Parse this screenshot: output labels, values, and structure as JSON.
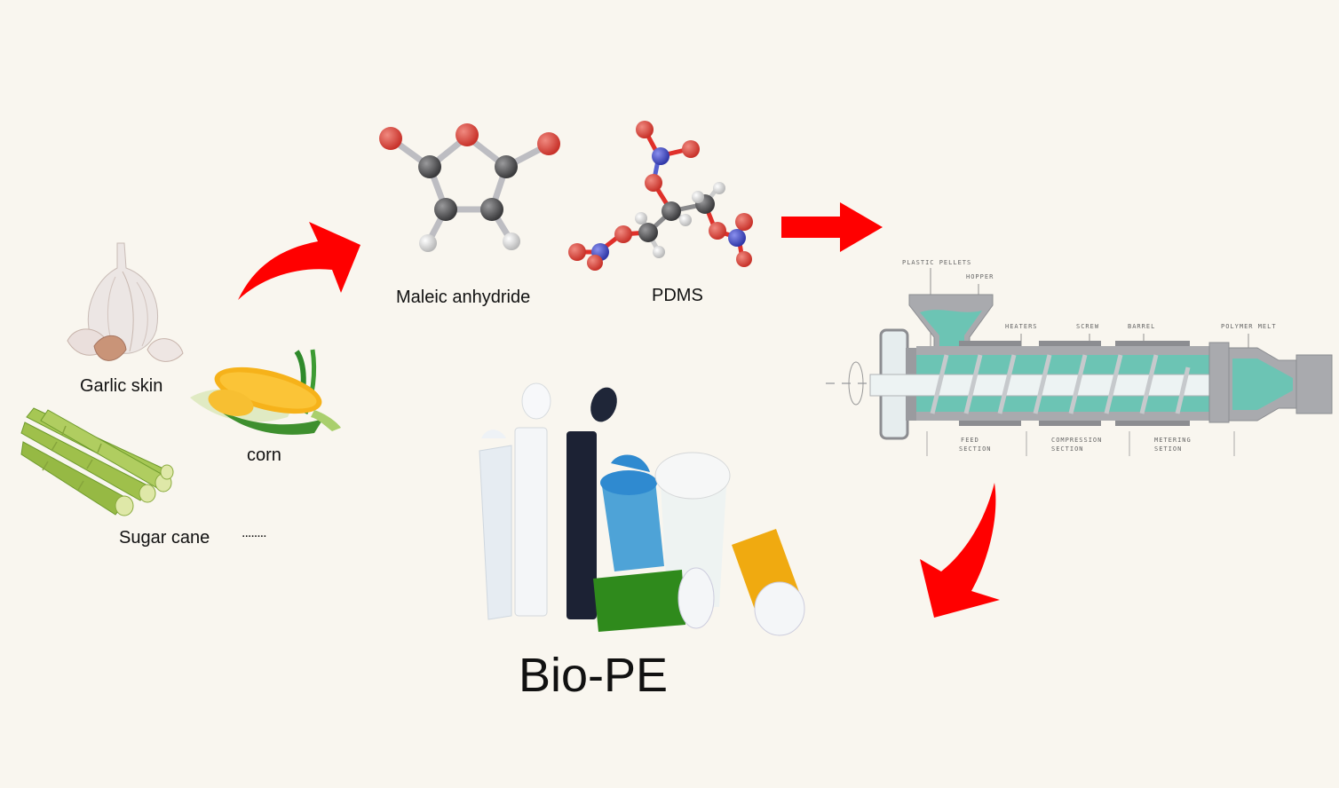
{
  "title": "Bio-PE",
  "raw_materials": {
    "items": [
      {
        "label": "Garlic skin",
        "icon": "garlic-icon"
      },
      {
        "label": "corn",
        "icon": "corn-icon"
      },
      {
        "label": "Sugar cane",
        "icon": "sugar-cane-icon"
      }
    ],
    "ellipsis": "........"
  },
  "additives": [
    {
      "label": "Maleic anhydride",
      "icon": "maleic-anhydride-molecule-icon"
    },
    {
      "label": "PDMS",
      "icon": "pdms-molecule-icon"
    }
  ],
  "extruder": {
    "labels": {
      "pellets": "PLASTIC PELLETS",
      "hopper": "HOPPER",
      "heaters": "HEATERS",
      "screw": "SCREW",
      "barrel": "BARREL",
      "melt": "POLYMER MELT"
    },
    "sections": [
      {
        "line1": "FEED",
        "line2": "SECTION"
      },
      {
        "line1": "COMPRESSION",
        "line2": "SECTION"
      },
      {
        "line1": "METERING",
        "line2": "SETION"
      }
    ]
  },
  "product": {
    "label": "Bio-PE",
    "icon": "bio-pe-containers-icon"
  },
  "colors": {
    "background": "#f9f6ef",
    "arrow": "#ff0000",
    "melt": "#6cc4b4",
    "barrel": "#a9aaae",
    "oxygen": "#e03030",
    "carbon": "#5a5a5c",
    "hydrogen": "#e8e8e8",
    "nitrogen": "#4a55c8"
  }
}
